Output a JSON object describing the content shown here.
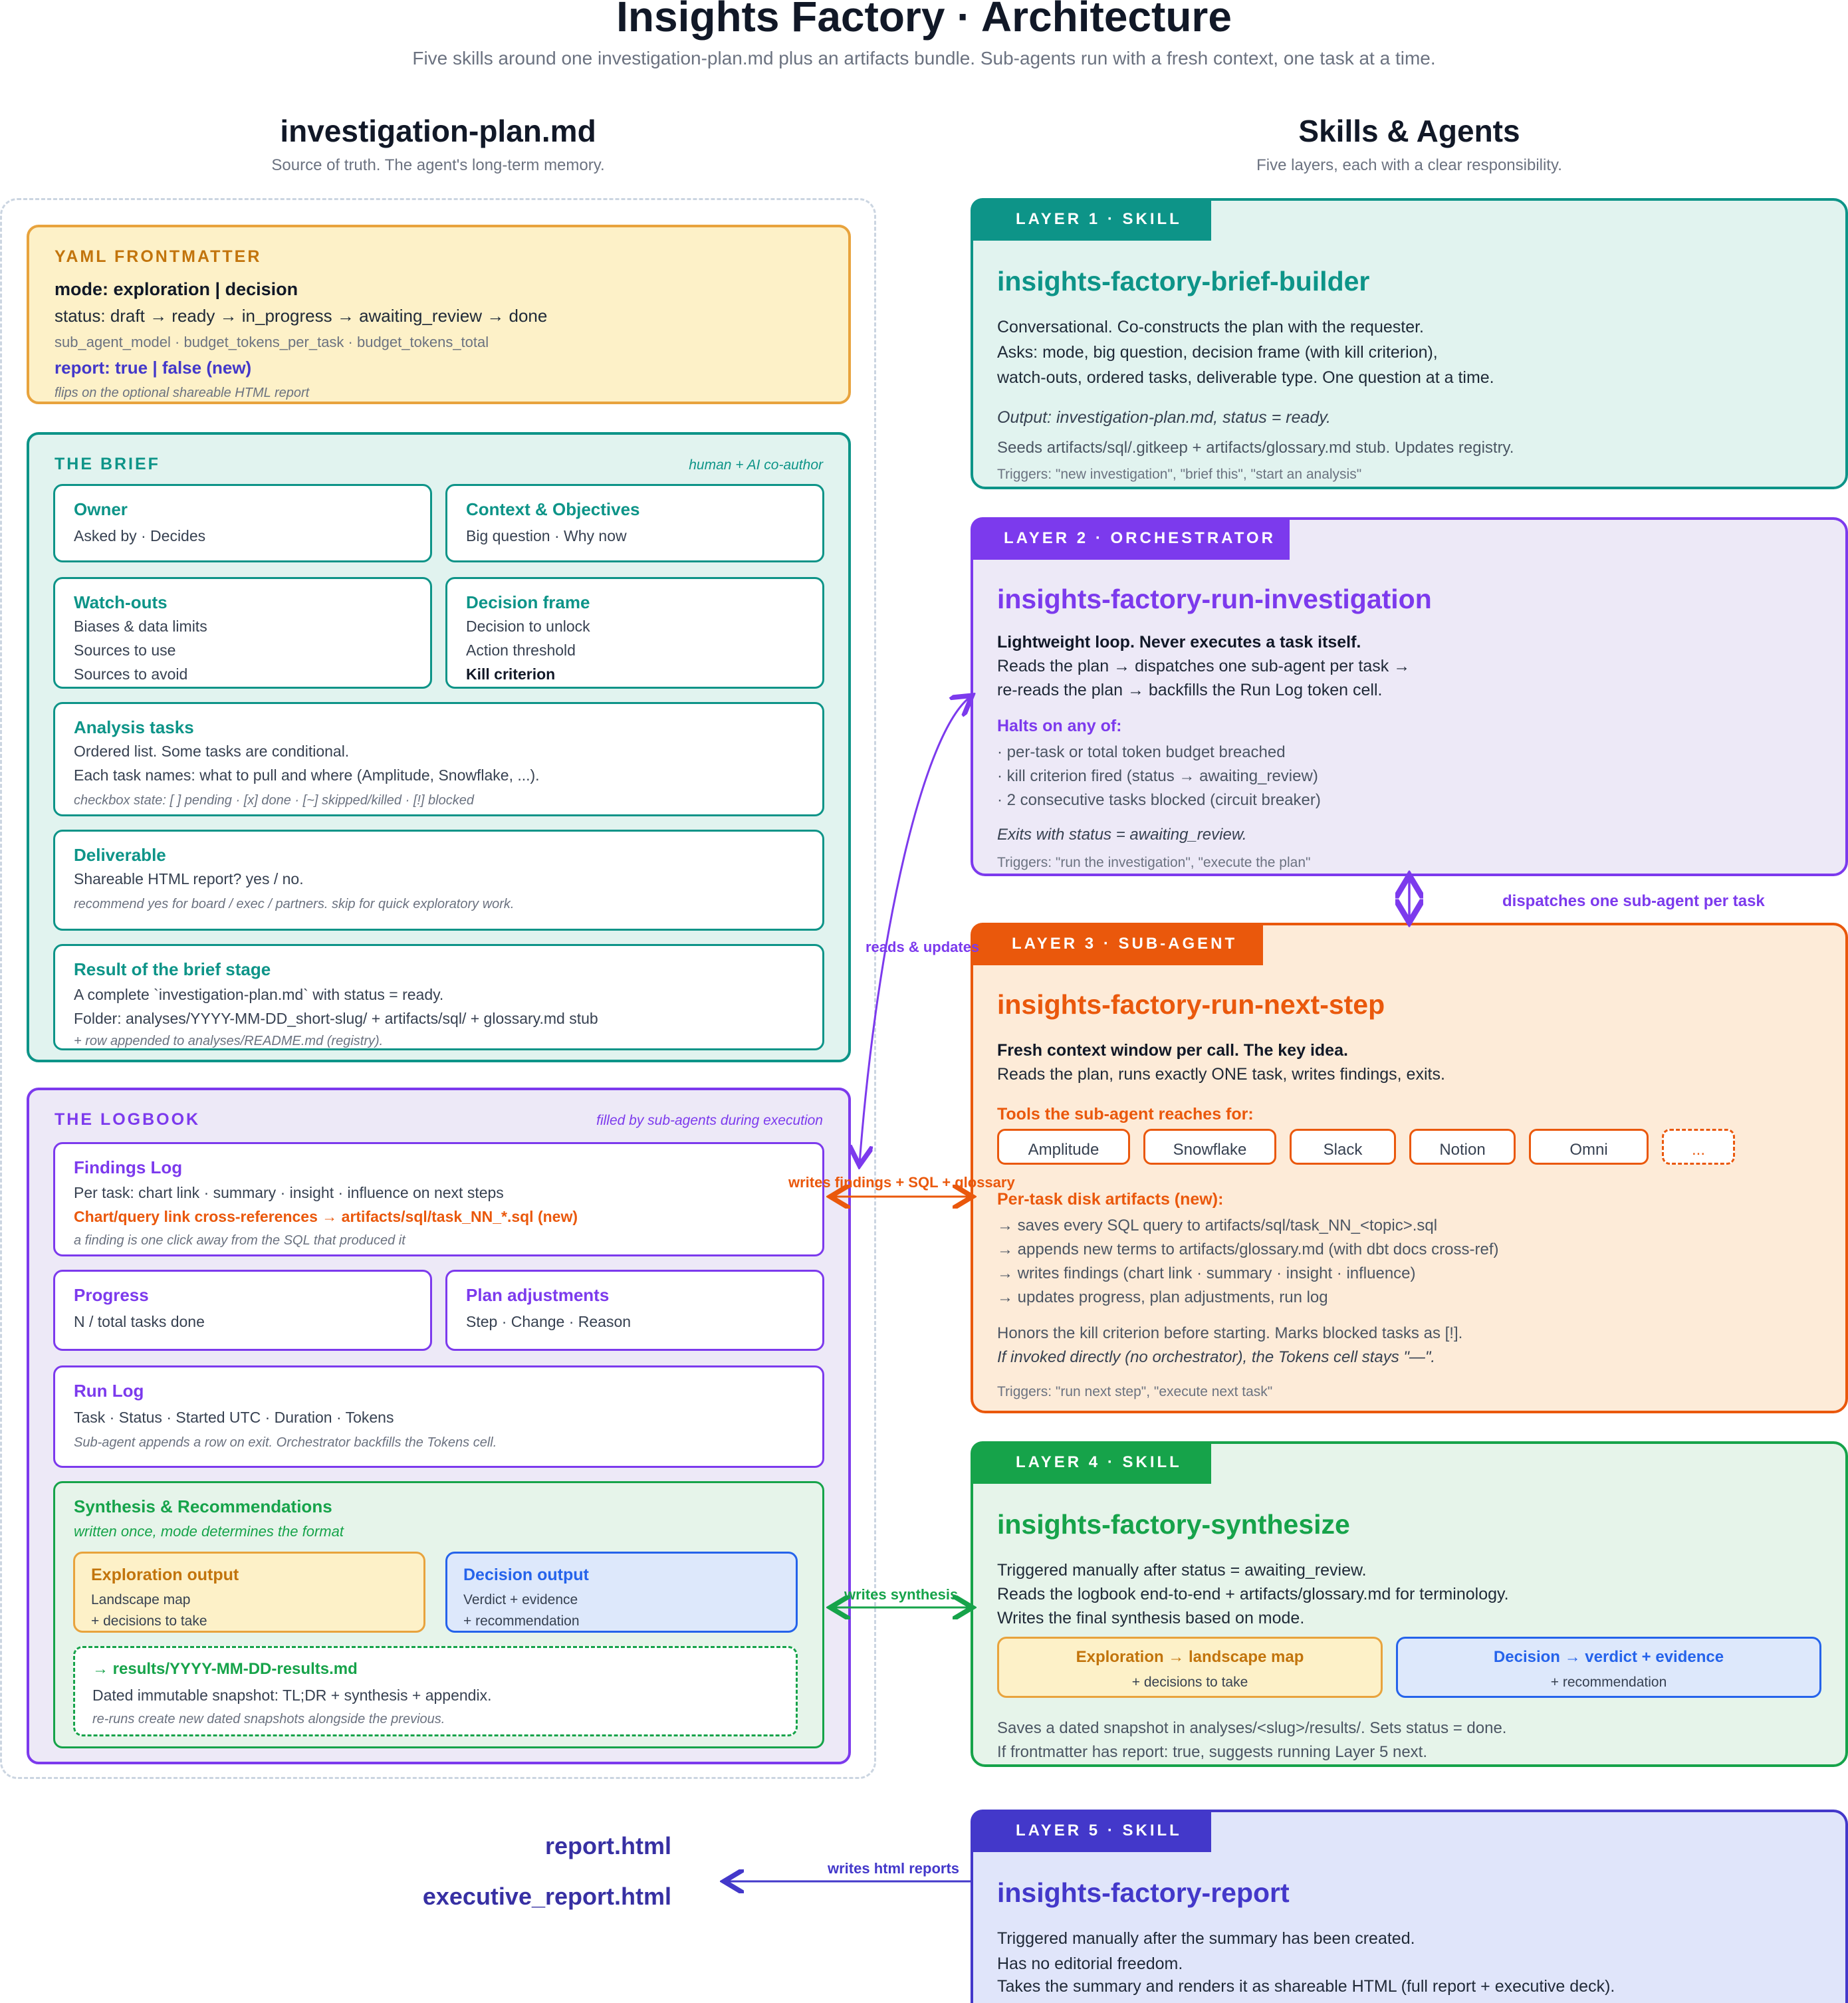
{
  "header": {
    "title": "Insights Factory · Architecture",
    "subtitle": "Five skills around one investigation-plan.md plus an artifacts bundle. Sub-agents run with a fresh context, one task at a time."
  },
  "left_column": {
    "title": "investigation-plan.md",
    "subtitle": "Source of truth. The agent's long-term memory."
  },
  "right_column": {
    "title": "Skills & Agents",
    "subtitle": "Five layers, each with a clear responsibility."
  },
  "yaml": {
    "title": "YAML FRONTMATTER",
    "mode": "mode: exploration | decision",
    "status": "status: draft → ready → in_progress → awaiting_review → done",
    "budget": "sub_agent_model · budget_tokens_per_task · budget_tokens_total",
    "report": "report: true | false  (new)",
    "note": "flips on the optional shareable HTML report"
  },
  "brief": {
    "title": "THE BRIEF",
    "note": "human + AI co-author",
    "owner": {
      "title": "Owner",
      "line1": "Asked by · Decides"
    },
    "context": {
      "title": "Context & Objectives",
      "line1": "Big question · Why now"
    },
    "watchouts": {
      "title": "Watch-outs",
      "line1": "Biases & data limits",
      "line2": "Sources to use",
      "line3": "Sources to avoid"
    },
    "decision_frame": {
      "title": "Decision frame",
      "line1": "Decision to unlock",
      "line2": "Action threshold",
      "line3": "Kill criterion"
    },
    "analysis": {
      "title": "Analysis tasks",
      "line1": "Ordered list. Some tasks are conditional.",
      "line2": "Each task names: what to pull and where (Amplitude, Snowflake, ...).",
      "note": "checkbox state: [ ] pending · [x] done · [~] skipped/killed · [!] blocked"
    },
    "deliverable": {
      "title": "Deliverable",
      "line1": "Shareable HTML report? yes / no.",
      "note": "recommend yes for board / exec / partners. skip for quick exploratory work."
    },
    "result": {
      "title": "Result of the brief stage",
      "line1": "A complete `investigation-plan.md` with status = ready.",
      "line2": "Folder: analyses/YYYY-MM-DD_short-slug/ + artifacts/sql/ + glossary.md stub",
      "line3": "+ row appended to analyses/README.md (registry)."
    }
  },
  "logbook": {
    "title": "THE LOGBOOK",
    "note": "filled by sub-agents during execution",
    "findings": {
      "title": "Findings Log",
      "line1": "Per task: chart link · summary · insight · influence on next steps",
      "line2": "Chart/query link cross-references → artifacts/sql/task_NN_*.sql  (new)",
      "note": "a finding is one click away from the SQL that produced it"
    },
    "progress": {
      "title": "Progress",
      "line1": "N / total tasks done"
    },
    "adjustments": {
      "title": "Plan adjustments",
      "line1": "Step · Change · Reason"
    },
    "runlog": {
      "title": "Run Log",
      "line1": "Task · Status · Started UTC · Duration · Tokens",
      "note": "Sub-agent appends a row on exit. Orchestrator backfills the Tokens cell."
    },
    "synthesis": {
      "title": "Synthesis & Recommendations",
      "note": "written once, mode determines the format",
      "exploration": {
        "title": "Exploration output",
        "line1": "Landscape map",
        "line2": "+ decisions to take"
      },
      "decision": {
        "title": "Decision output",
        "line1": "Verdict + evidence",
        "line2": "+ recommendation"
      },
      "results": {
        "title": "→ results/YYYY-MM-DD-results.md",
        "line1": "Dated immutable snapshot: TL;DR + synthesis + appendix.",
        "note": "re-runs create new dated snapshots alongside the previous."
      }
    }
  },
  "layer1": {
    "tab": "LAYER 1 · SKILL",
    "title": "insights-factory-brief-builder",
    "line1": "Conversational. Co-constructs the plan with the requester.",
    "line2": "Asks: mode, big question, decision frame (with kill criterion),",
    "line3": "watch-outs, ordered tasks, deliverable type. One question at a time.",
    "output": "Output: investigation-plan.md, status = ready.",
    "seeds": "Seeds artifacts/sql/.gitkeep + artifacts/glossary.md stub. Updates registry.",
    "triggers": "Triggers: \"new investigation\", \"brief this\", \"start an analysis\""
  },
  "layer2": {
    "tab": "LAYER 2 · ORCHESTRATOR",
    "title": "insights-factory-run-investigation",
    "bold": "Lightweight loop. Never executes a task itself.",
    "line1": "Reads the plan → dispatches one sub-agent per task →",
    "line2": "re-reads the plan → backfills the Run Log token cell.",
    "halts_title": "Halts on any of:",
    "halt1": "· per-task or total token budget breached",
    "halt2": "· kill criterion fired (status → awaiting_review)",
    "halt3": "· 2 consecutive tasks blocked (circuit breaker)",
    "exits": "Exits with status = awaiting_review.",
    "triggers": "Triggers: \"run the investigation\", \"execute the plan\""
  },
  "layer3": {
    "tab": "LAYER 3 · SUB-AGENT",
    "title": "insights-factory-run-next-step",
    "bold": "Fresh context window per call. The key idea.",
    "line1": "Reads the plan, runs exactly ONE task, writes findings, exits.",
    "tools_title": "Tools the sub-agent reaches for:",
    "tools": [
      "Amplitude",
      "Snowflake",
      "Slack",
      "Notion",
      "Omni",
      "..."
    ],
    "artifacts_title": "Per-task disk artifacts  (new):",
    "a1": "→ saves every SQL query to artifacts/sql/task_NN_<topic>.sql",
    "a2": "→ appends new terms to artifacts/glossary.md (with dbt docs cross-ref)",
    "a3": "→ writes findings (chart link · summary · insight · influence)",
    "a4": "→ updates progress, plan adjustments, run log",
    "honors": "Honors the kill criterion before starting. Marks blocked tasks as [!].",
    "direct": "If invoked directly (no orchestrator), the Tokens cell stays \"—\".",
    "triggers": "Triggers: \"run next step\", \"execute next task\""
  },
  "layer4": {
    "tab": "LAYER 4 · SKILL",
    "title": "insights-factory-synthesize",
    "line1": "Triggered manually after status = awaiting_review.",
    "line2": "Reads the logbook end-to-end + artifacts/glossary.md for terminology.",
    "line3": "Writes the final synthesis based on mode.",
    "exploration": {
      "title": "Exploration → landscape map",
      "sub": "+ decisions to take"
    },
    "decision": {
      "title": "Decision → verdict + evidence",
      "sub": "+ recommendation"
    },
    "saves": "Saves a dated snapshot in analyses/<slug>/results/. Sets status = done.",
    "report": "If frontmatter has report: true, suggests running Layer 5 next."
  },
  "layer5": {
    "tab": "LAYER 5 · SKILL",
    "title": "insights-factory-report",
    "line1": "Triggered manually after the summary has been created.",
    "line2": "Has no editorial freedom.",
    "line3": "Takes the summary and renders it as shareable HTML (full report + executive deck)."
  },
  "outputs": {
    "report": "report.html",
    "exec": "executive_report.html"
  },
  "connectors": {
    "reads_updates": "reads & updates",
    "dispatches": "dispatches one sub-agent per task",
    "writes_findings": "writes findings + SQL + glossary",
    "writes_synthesis": "writes synthesis",
    "writes_html": "writes html reports"
  },
  "colors": {
    "teal": "#0d9488",
    "purple": "#7c3aed",
    "orange": "#ea580c",
    "green": "#16a34a",
    "indigo": "#4338ca",
    "yellow_border": "#e8a33d",
    "blue": "#2563eb"
  }
}
